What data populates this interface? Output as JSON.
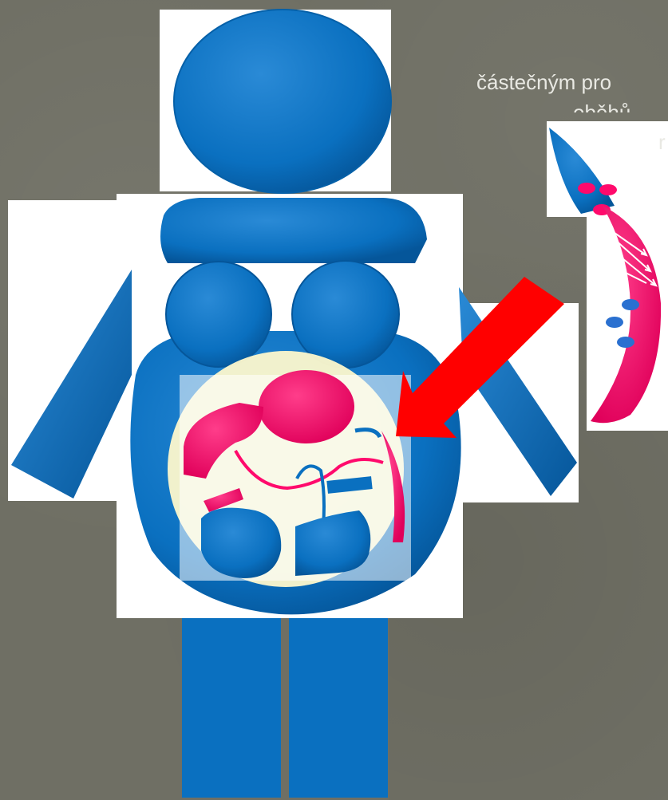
{
  "caption": {
    "line1": "částečným pro",
    "line2": "oběhů",
    "line3": "r"
  },
  "colors": {
    "background": "#6f6f64",
    "body_blue": "#0a70c0",
    "organ_pink": "#ff0a6c",
    "arrow_red": "#ff0000",
    "highlight_yellow": "#fdf8cc",
    "white": "#ffffff"
  },
  "icons": [
    "human-figure",
    "heart-chamber",
    "vessel",
    "large-red-arrow",
    "white-flow-arrows"
  ]
}
